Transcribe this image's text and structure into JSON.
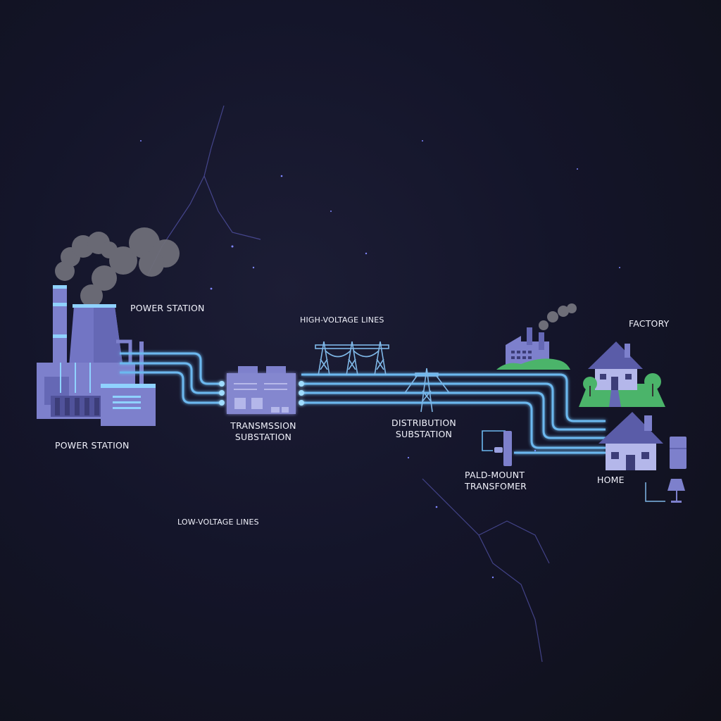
{
  "labels": {
    "power_station_top": "POWER STATION",
    "power_station_bottom": "POWER STATION",
    "high_voltage": "HIGH-VOLTAGE LINES",
    "low_voltage": "LOW-VOLTAGE LINES",
    "transmission_1": "TRANSMSSION",
    "transmission_2": "SUBSTATION",
    "distribution_1": "DISTRIBUTION",
    "distribution_2": "SUBSTATION",
    "transformer_1": "PALD-MOUNT",
    "transformer_2": "TRANSFOMER",
    "factory": "FACTORY",
    "home": "HOME"
  },
  "colors": {
    "line": "#6cb8ef",
    "building": "#7d80cc",
    "building_dark": "#5a5ca8",
    "smoke": "#6e6e78",
    "grass": "#4bb46a",
    "bg": "#12131f"
  }
}
